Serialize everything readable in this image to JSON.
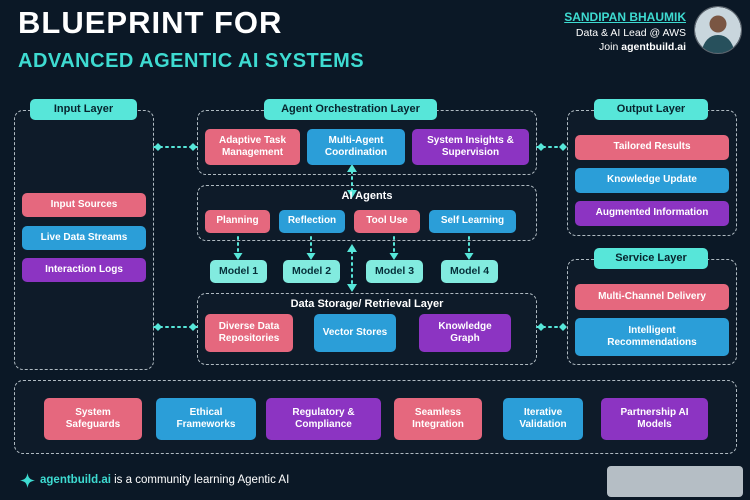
{
  "colors": {
    "background": "#0b1826",
    "accent_cyan": "#57e6d9",
    "title_cyan": "#3edbd1",
    "box_red": "#e5687e",
    "box_blue": "#2b9ed8",
    "box_purple": "#8c34c2",
    "model_cyan": "#82ebdf"
  },
  "header": {
    "title_line1": "BLUEPRINT FOR",
    "title_line2": "ADVANCED AGENTIC AI SYSTEMS",
    "author_name": "SANDIPAN BHAUMIK",
    "author_role": "Data & AI Lead @ AWS",
    "join_prefix": "Join ",
    "join_brand": "agentbuild.ai"
  },
  "input_layer": {
    "title": "Input Layer",
    "items": [
      {
        "label": "Input Sources",
        "color": "red"
      },
      {
        "label": "Live Data Streams",
        "color": "blue"
      },
      {
        "label": "Interaction Logs",
        "color": "purple"
      }
    ]
  },
  "orchestration_layer": {
    "title": "Agent Orchestration Layer",
    "items": [
      {
        "label": "Adaptive Task Management",
        "color": "red"
      },
      {
        "label": "Multi-Agent Coordination",
        "color": "blue"
      },
      {
        "label": "System Insights & Supervision",
        "color": "purple"
      }
    ]
  },
  "agents_layer": {
    "title": "AI Agents",
    "items": [
      {
        "label": "Planning",
        "color": "red"
      },
      {
        "label": "Reflection",
        "color": "blue"
      },
      {
        "label": "Tool Use",
        "color": "red"
      },
      {
        "label": "Self Learning",
        "color": "blue"
      }
    ]
  },
  "models": [
    {
      "label": "Model 1"
    },
    {
      "label": "Model 2"
    },
    {
      "label": "Model 3"
    },
    {
      "label": "Model 4"
    }
  ],
  "storage_layer": {
    "title": "Data Storage/ Retrieval Layer",
    "items": [
      {
        "label": "Diverse Data Repositories",
        "color": "red"
      },
      {
        "label": "Vector Stores",
        "color": "blue"
      },
      {
        "label": "Knowledge Graph",
        "color": "purple"
      }
    ]
  },
  "output_layer": {
    "title": "Output Layer",
    "items": [
      {
        "label": "Tailored Results",
        "color": "red"
      },
      {
        "label": "Knowledge Update",
        "color": "blue"
      },
      {
        "label": "Augmented Information",
        "color": "purple"
      }
    ]
  },
  "service_layer": {
    "title": "Service Layer",
    "items": [
      {
        "label": "Multi-Channel Delivery",
        "color": "red"
      },
      {
        "label": "Intelligent Recommendations",
        "color": "blue"
      }
    ]
  },
  "foundation": {
    "items": [
      {
        "label": "System Safeguards",
        "color": "red"
      },
      {
        "label": "Ethical Frameworks",
        "color": "blue"
      },
      {
        "label": "Regulatory & Compliance",
        "color": "purple"
      },
      {
        "label": "Seamless Integration",
        "color": "red"
      },
      {
        "label": "Iterative Validation",
        "color": "blue"
      },
      {
        "label": "Partnership AI Models",
        "color": "purple"
      }
    ]
  },
  "footer": {
    "brand": "agentbuild.ai",
    "text": "is a community learning Agentic AI"
  }
}
